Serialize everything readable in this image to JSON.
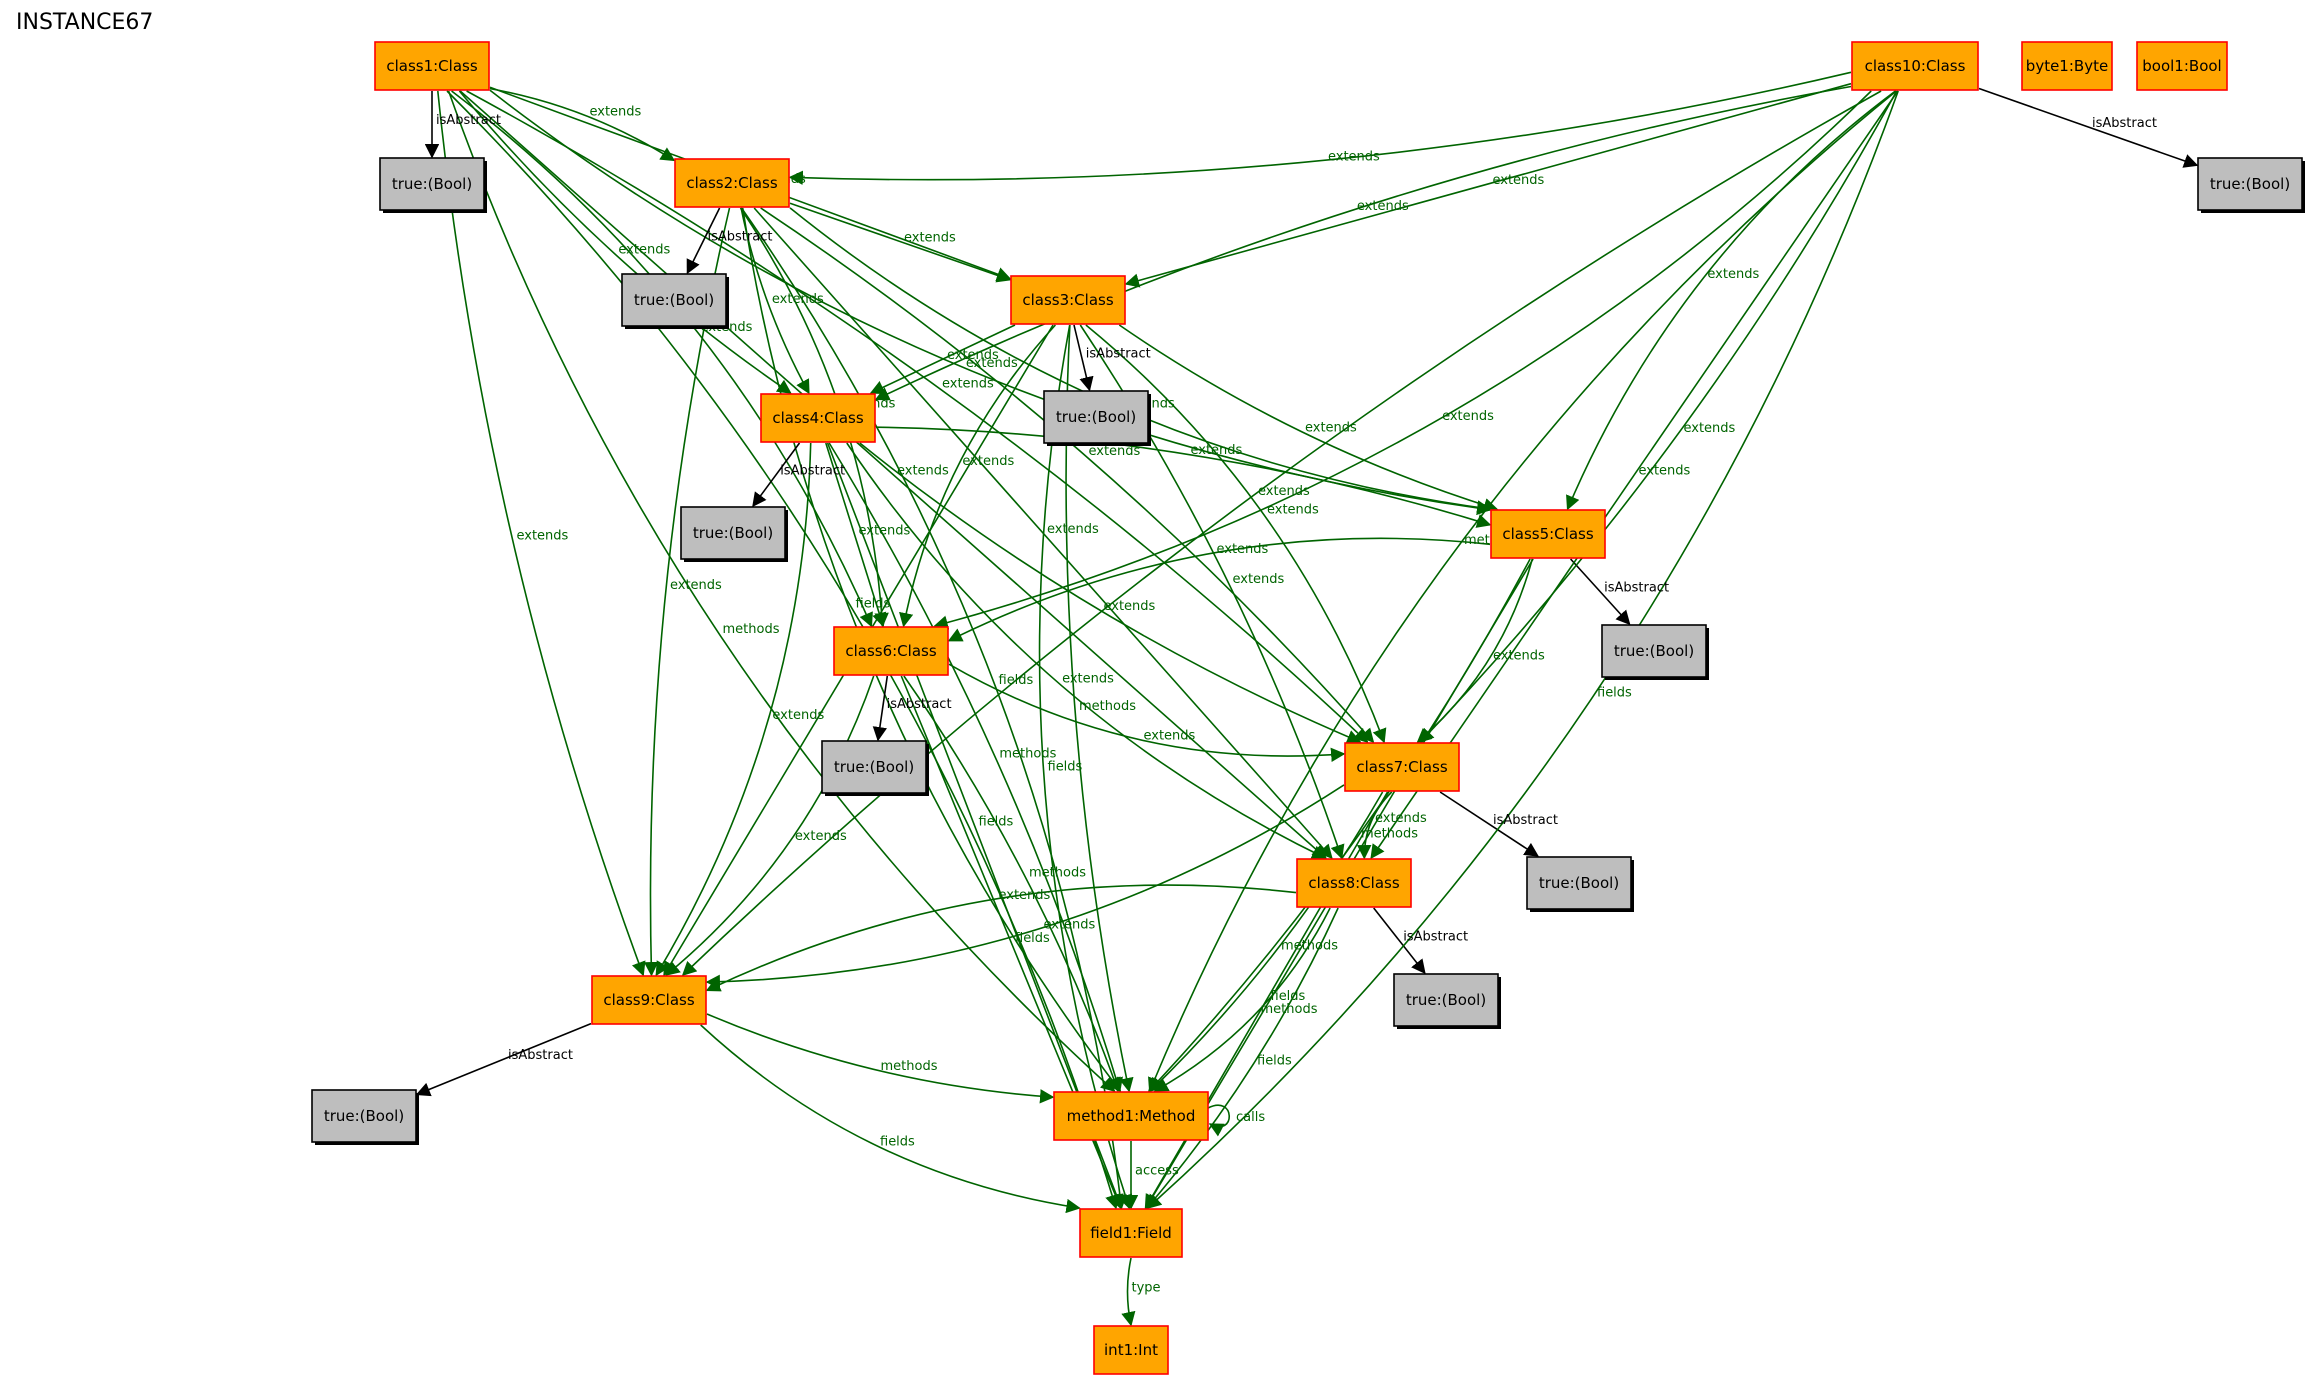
{
  "title": "INSTANCE67",
  "colors": {
    "class_node_fill": "#FFA500",
    "class_node_border": "#FF0000",
    "bool_node_fill": "#BEBEBE",
    "bool_node_border": "#000000",
    "extends_edge": "#006400",
    "is_abstract_edge": "#000000"
  },
  "nodes": [
    {
      "id": "class1",
      "label": "class1:Class",
      "kind": "object"
    },
    {
      "id": "class2",
      "label": "class2:Class",
      "kind": "object"
    },
    {
      "id": "class3",
      "label": "class3:Class",
      "kind": "object"
    },
    {
      "id": "class4",
      "label": "class4:Class",
      "kind": "object"
    },
    {
      "id": "class5",
      "label": "class5:Class",
      "kind": "object"
    },
    {
      "id": "class6",
      "label": "class6:Class",
      "kind": "object"
    },
    {
      "id": "class7",
      "label": "class7:Class",
      "kind": "object"
    },
    {
      "id": "class8",
      "label": "class8:Class",
      "kind": "object"
    },
    {
      "id": "class9",
      "label": "class9:Class",
      "kind": "object"
    },
    {
      "id": "class10",
      "label": "class10:Class",
      "kind": "object"
    },
    {
      "id": "byte1",
      "label": "byte1:Byte",
      "kind": "object"
    },
    {
      "id": "bool1",
      "label": "bool1:Bool",
      "kind": "object"
    },
    {
      "id": "method1",
      "label": "method1:Method",
      "kind": "object"
    },
    {
      "id": "field1",
      "label": "field1:Field",
      "kind": "object"
    },
    {
      "id": "int1",
      "label": "int1:Int",
      "kind": "object"
    },
    {
      "id": "t1",
      "label": "true:(Bool)",
      "kind": "value"
    },
    {
      "id": "t2",
      "label": "true:(Bool)",
      "kind": "value"
    },
    {
      "id": "t3",
      "label": "true:(Bool)",
      "kind": "value"
    },
    {
      "id": "t4",
      "label": "true:(Bool)",
      "kind": "value"
    },
    {
      "id": "t5",
      "label": "true:(Bool)",
      "kind": "value"
    },
    {
      "id": "t6",
      "label": "true:(Bool)",
      "kind": "value"
    },
    {
      "id": "t7",
      "label": "true:(Bool)",
      "kind": "value"
    },
    {
      "id": "t8",
      "label": "true:(Bool)",
      "kind": "value"
    },
    {
      "id": "t9",
      "label": "true:(Bool)",
      "kind": "value"
    },
    {
      "id": "t10",
      "label": "true:(Bool)",
      "kind": "value"
    }
  ],
  "edges": [
    {
      "from": "class1",
      "to": "t1",
      "label": "isAbstract"
    },
    {
      "from": "class1",
      "to": "class2",
      "label": "extends"
    },
    {
      "from": "class1",
      "to": "class3",
      "label": "extends"
    },
    {
      "from": "class1",
      "to": "class4",
      "label": "extends"
    },
    {
      "from": "class1",
      "to": "class5",
      "label": "extends"
    },
    {
      "from": "class1",
      "to": "class6",
      "label": "extends"
    },
    {
      "from": "class1",
      "to": "class7",
      "label": "extends"
    },
    {
      "from": "class1",
      "to": "class8",
      "label": "extends"
    },
    {
      "from": "class1",
      "to": "class9",
      "label": "extends"
    },
    {
      "from": "class1",
      "to": "method1",
      "label": "methods"
    },
    {
      "from": "class1",
      "to": "field1",
      "label": "fields"
    },
    {
      "from": "class2",
      "to": "t2",
      "label": "isAbstract"
    },
    {
      "from": "class2",
      "to": "class3",
      "label": "extends"
    },
    {
      "from": "class2",
      "to": "class4",
      "label": "extends"
    },
    {
      "from": "class2",
      "to": "class5",
      "label": "extends"
    },
    {
      "from": "class2",
      "to": "class6",
      "label": "extends"
    },
    {
      "from": "class2",
      "to": "class7",
      "label": "extends"
    },
    {
      "from": "class2",
      "to": "class8",
      "label": "extends"
    },
    {
      "from": "class2",
      "to": "class9",
      "label": "extends"
    },
    {
      "from": "class2",
      "to": "method1",
      "label": "methods"
    },
    {
      "from": "class2",
      "to": "field1",
      "label": "fields"
    },
    {
      "from": "class3",
      "to": "t3",
      "label": "isAbstract"
    },
    {
      "from": "class3",
      "to": "class4",
      "label": "extends"
    },
    {
      "from": "class3",
      "to": "class5",
      "label": "extends"
    },
    {
      "from": "class3",
      "to": "class6",
      "label": "extends"
    },
    {
      "from": "class3",
      "to": "class7",
      "label": "extends"
    },
    {
      "from": "class3",
      "to": "class8",
      "label": "extends"
    },
    {
      "from": "class3",
      "to": "class9",
      "label": "extends"
    },
    {
      "from": "class3",
      "to": "method1",
      "label": "methods"
    },
    {
      "from": "class3",
      "to": "field1",
      "label": "fields"
    },
    {
      "from": "class4",
      "to": "t4",
      "label": "isAbstract"
    },
    {
      "from": "class4",
      "to": "class5",
      "label": "extends"
    },
    {
      "from": "class4",
      "to": "class6",
      "label": "extends"
    },
    {
      "from": "class4",
      "to": "class7",
      "label": "extends"
    },
    {
      "from": "class4",
      "to": "class8",
      "label": "extends"
    },
    {
      "from": "class4",
      "to": "class9",
      "label": "extends"
    },
    {
      "from": "class4",
      "to": "method1",
      "label": "methods"
    },
    {
      "from": "class4",
      "to": "field1",
      "label": "fields"
    },
    {
      "from": "class5",
      "to": "t5",
      "label": "isAbstract"
    },
    {
      "from": "class5",
      "to": "class6",
      "label": "extends"
    },
    {
      "from": "class5",
      "to": "class7",
      "label": "extends"
    },
    {
      "from": "class5",
      "to": "method1",
      "label": "methods"
    },
    {
      "from": "class5",
      "to": "field1",
      "label": "fields"
    },
    {
      "from": "class6",
      "to": "t6",
      "label": "isAbstract"
    },
    {
      "from": "class6",
      "to": "class7",
      "label": "extends"
    },
    {
      "from": "class6",
      "to": "class9",
      "label": "extends"
    },
    {
      "from": "class6",
      "to": "method1",
      "label": "methods"
    },
    {
      "from": "class6",
      "to": "field1",
      "label": "fields"
    },
    {
      "from": "class7",
      "to": "t7",
      "label": "isAbstract"
    },
    {
      "from": "class7",
      "to": "class8",
      "label": "extends"
    },
    {
      "from": "class7",
      "to": "class9",
      "label": "extends"
    },
    {
      "from": "class7",
      "to": "method1",
      "label": "methods"
    },
    {
      "from": "class7",
      "to": "field1",
      "label": "fields"
    },
    {
      "from": "class8",
      "to": "t8",
      "label": "isAbstract"
    },
    {
      "from": "class8",
      "to": "class9",
      "label": "extends"
    },
    {
      "from": "class8",
      "to": "method1",
      "label": "methods"
    },
    {
      "from": "class8",
      "to": "field1",
      "label": "fields"
    },
    {
      "from": "class9",
      "to": "t9",
      "label": "isAbstract"
    },
    {
      "from": "class9",
      "to": "method1",
      "label": "methods"
    },
    {
      "from": "class9",
      "to": "field1",
      "label": "fields"
    },
    {
      "from": "class10",
      "to": "t10",
      "label": "isAbstract"
    },
    {
      "from": "class10",
      "to": "class2",
      "label": "extends"
    },
    {
      "from": "class10",
      "to": "class3",
      "label": "extends"
    },
    {
      "from": "class10",
      "to": "class4",
      "label": "extends"
    },
    {
      "from": "class10",
      "to": "class5",
      "label": "extends"
    },
    {
      "from": "class10",
      "to": "class6",
      "label": "extends"
    },
    {
      "from": "class10",
      "to": "class7",
      "label": "extends"
    },
    {
      "from": "class10",
      "to": "class8",
      "label": "extends"
    },
    {
      "from": "class10",
      "to": "class9",
      "label": "extends"
    },
    {
      "from": "class10",
      "to": "method1",
      "label": "methods"
    },
    {
      "from": "class10",
      "to": "field1",
      "label": "fields"
    },
    {
      "from": "method1",
      "to": "method1",
      "label": "calls"
    },
    {
      "from": "method1",
      "to": "field1",
      "label": "access"
    },
    {
      "from": "field1",
      "to": "int1",
      "label": "type"
    }
  ]
}
